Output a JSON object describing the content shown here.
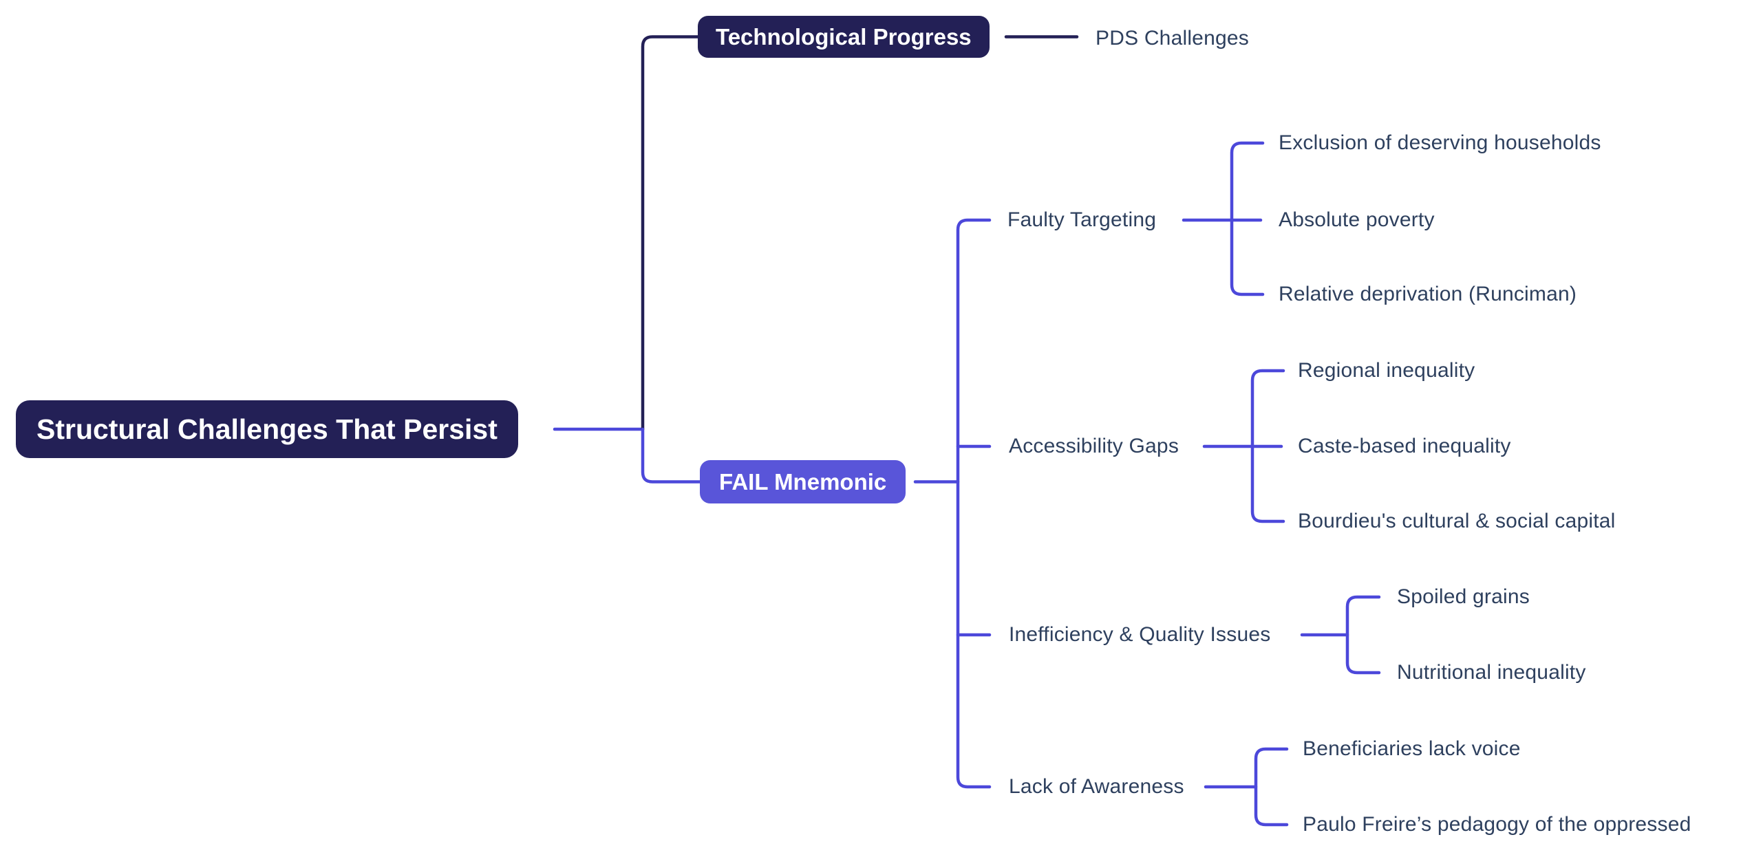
{
  "colors": {
    "navy_node": "#232056",
    "indigo_node": "#5955d9",
    "line_blue": "#4c48da",
    "label_text": "#2e405e",
    "background": "#ffffff"
  },
  "mindmap": {
    "root": {
      "label": "Structural Challenges That Persist"
    },
    "branch_tech": {
      "label": "Technological Progress",
      "child": {
        "label": "PDS Challenges"
      }
    },
    "branch_fail": {
      "label": "FAIL Mnemonic",
      "children": [
        {
          "label": "Faulty Targeting",
          "leaves": [
            {
              "label": "Exclusion of deserving households"
            },
            {
              "label": "Absolute poverty"
            },
            {
              "label": "Relative deprivation (Runciman)"
            }
          ]
        },
        {
          "label": "Accessibility Gaps",
          "leaves": [
            {
              "label": "Regional inequality"
            },
            {
              "label": "Caste-based inequality"
            },
            {
              "label": "Bourdieu's cultural & social capital"
            }
          ]
        },
        {
          "label": "Inefficiency & Quality Issues",
          "leaves": [
            {
              "label": "Spoiled grains"
            },
            {
              "label": "Nutritional inequality"
            }
          ]
        },
        {
          "label": "Lack of Awareness",
          "leaves": [
            {
              "label": "Beneficiaries lack voice"
            },
            {
              "label": "Paulo Freire’s pedagogy of the oppressed"
            }
          ]
        }
      ]
    }
  }
}
